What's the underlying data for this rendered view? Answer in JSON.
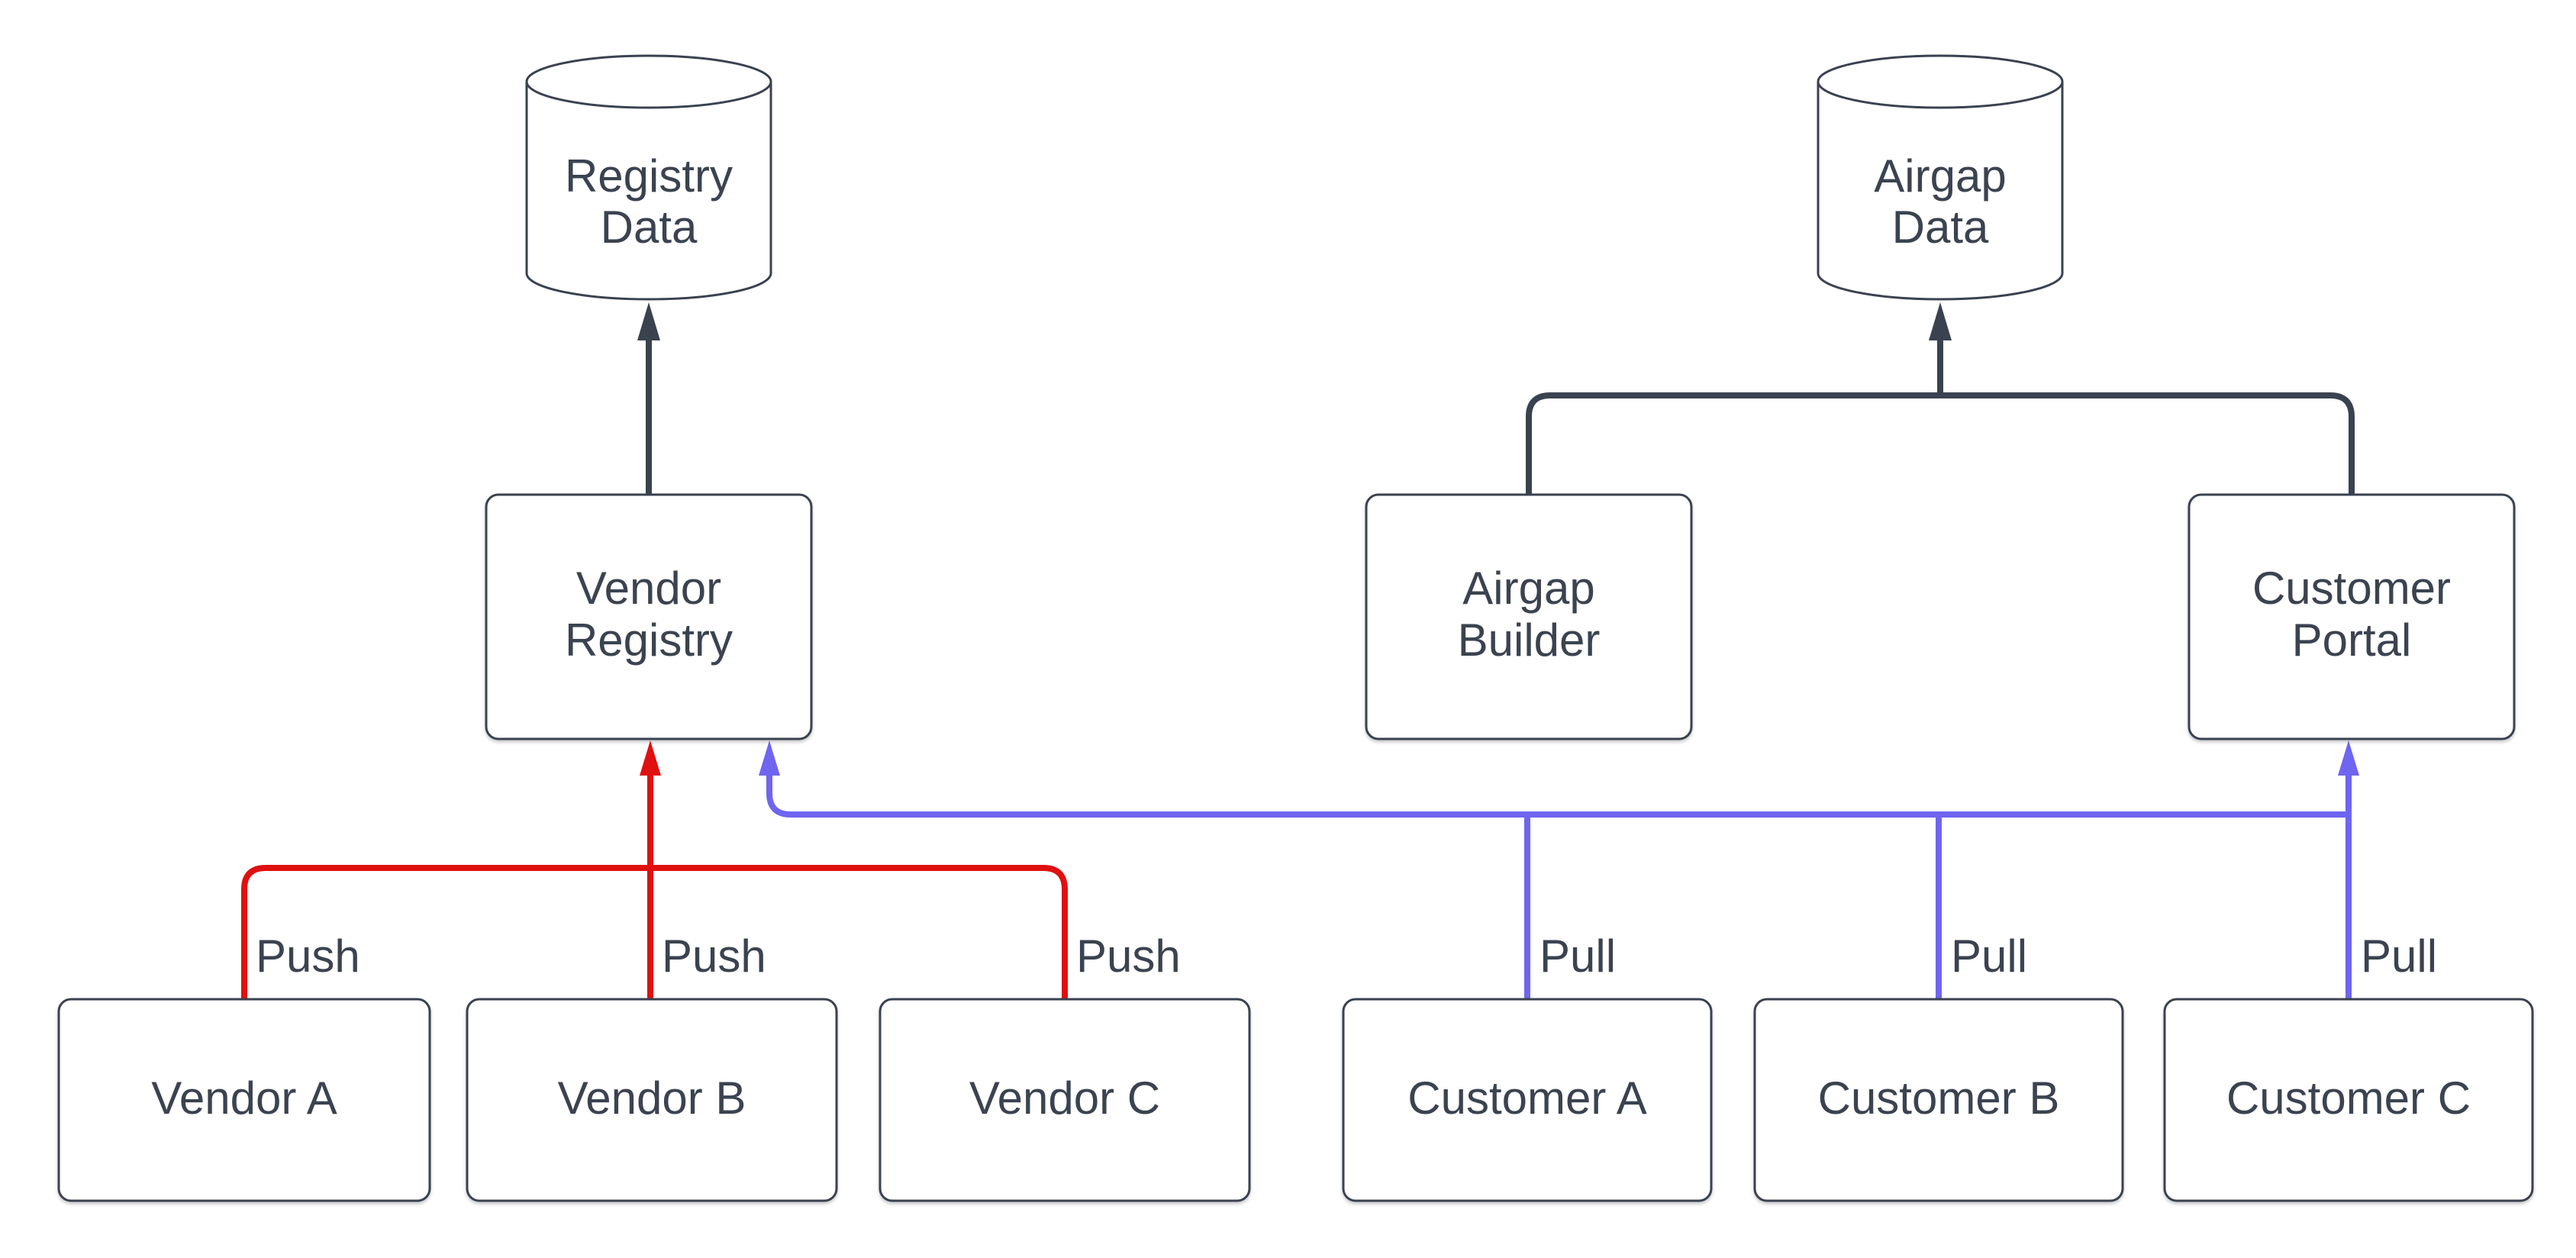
{
  "colors": {
    "background": "#ffffff",
    "node_fill": "#ffffff",
    "stroke": "#3a4250",
    "text": "#3b4350",
    "push": "#e01010",
    "pull": "#6e65f1"
  },
  "nodes": {
    "registry_data": {
      "type": "database",
      "line1": "Registry",
      "line2": "Data"
    },
    "airgap_data": {
      "type": "database",
      "line1": "Airgap",
      "line2": "Data"
    },
    "vendor_registry": {
      "type": "process",
      "line1": "Vendor",
      "line2": "Registry"
    },
    "airgap_builder": {
      "type": "process",
      "line1": "Airgap",
      "line2": "Builder"
    },
    "customer_portal": {
      "type": "process",
      "line1": "Customer",
      "line2": "Portal"
    },
    "vendor_a": {
      "type": "process",
      "label": "Vendor A"
    },
    "vendor_b": {
      "type": "process",
      "label": "Vendor B"
    },
    "vendor_c": {
      "type": "process",
      "label": "Vendor C"
    },
    "customer_a": {
      "type": "process",
      "label": "Customer A"
    },
    "customer_b": {
      "type": "process",
      "label": "Customer B"
    },
    "customer_c": {
      "type": "process",
      "label": "Customer C"
    }
  },
  "edges": {
    "push_labels": [
      "Push",
      "Push",
      "Push"
    ],
    "pull_labels": [
      "Pull",
      "Pull",
      "Pull"
    ],
    "unlabeled": [
      "vendor-registry to registry-data",
      "airgap-builder and customer-portal to airgap-data"
    ]
  }
}
